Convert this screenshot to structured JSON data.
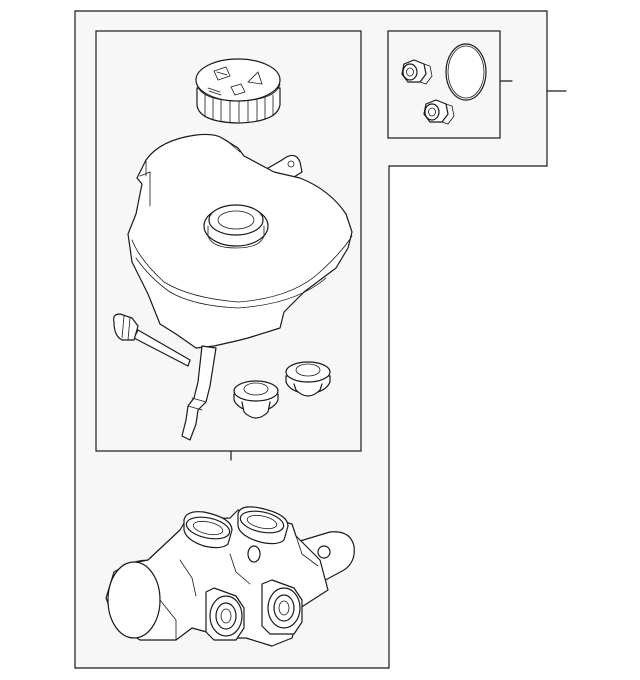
{
  "diagram": {
    "parts": [
      "reservoir-cap",
      "fluid-reservoir",
      "level-sensor",
      "reservoir-grommet",
      "reservoir-grommet",
      "master-cylinder-body",
      "flange-nut",
      "flange-nut",
      "o-ring-seal"
    ]
  }
}
